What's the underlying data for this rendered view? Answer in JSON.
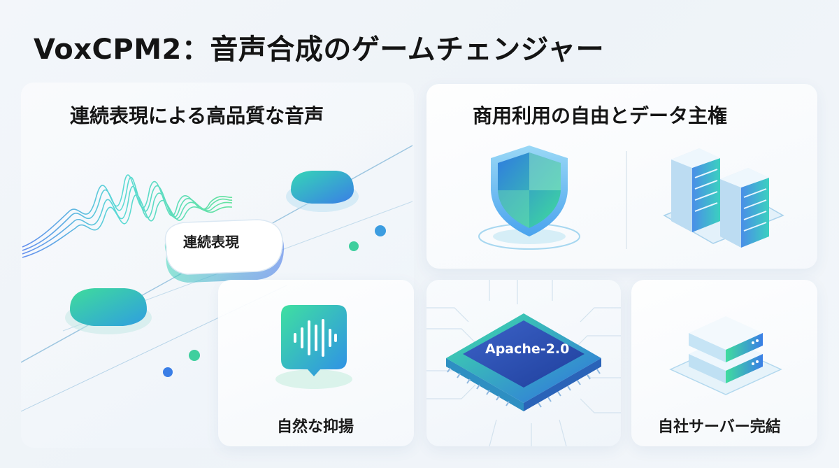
{
  "title": "VoxCPM2：音声合成のゲームチェンジャー",
  "left_section": {
    "heading": "連続表現による高品質な音声",
    "node_label": "連続表現",
    "card_label": "自然な抑揚"
  },
  "right_section": {
    "heading": "商用利用の自由とデータ主権",
    "chip_label": "Apache-2.0",
    "server_label": "自社サーバー完結"
  },
  "colors": {
    "accent_green": "#3ddc97",
    "accent_blue": "#3a78e8",
    "accent_teal": "#2bc0c9"
  },
  "icons": [
    "waveform-icon",
    "voice-bubble-icon",
    "shield-icon",
    "server-racks-icon",
    "chip-icon",
    "server-stack-icon"
  ]
}
